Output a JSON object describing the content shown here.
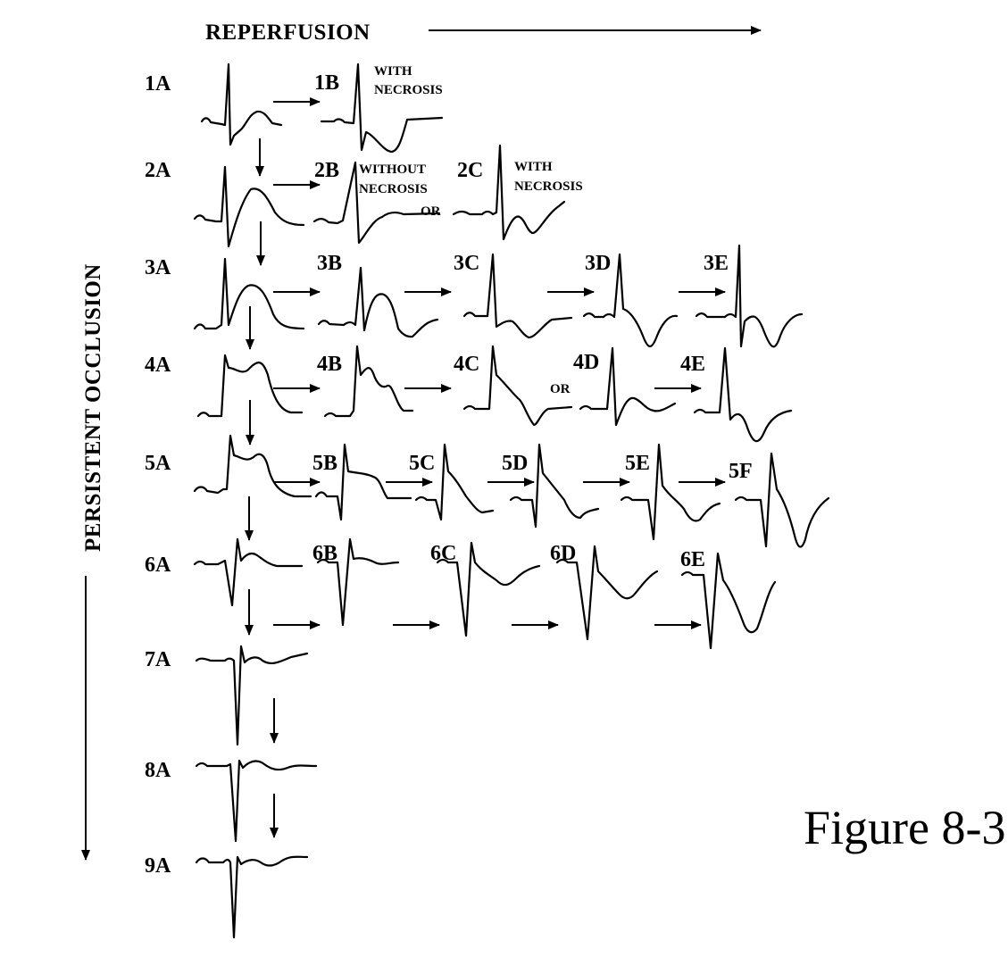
{
  "header": {
    "reperfusion": "REPERFUSION",
    "persistent_occlusion": "PERSISTENT OCCLUSION"
  },
  "caption": "Figure 8-3",
  "panels": {
    "1A": "1A",
    "1B": "1B",
    "2A": "2A",
    "2B": "2B",
    "2C": "2C",
    "3A": "3A",
    "3B": "3B",
    "3C": "3C",
    "3D": "3D",
    "3E": "3E",
    "4A": "4A",
    "4B": "4B",
    "4C": "4C",
    "4D": "4D",
    "4E": "4E",
    "5A": "5A",
    "5B": "5B",
    "5C": "5C",
    "5D": "5D",
    "5E": "5E",
    "5F": "5F",
    "6A": "6A",
    "6B": "6B",
    "6C": "6C",
    "6D": "6D",
    "6E": "6E",
    "7A": "7A",
    "8A": "8A",
    "9A": "9A"
  },
  "notes": {
    "with": "WITH",
    "necrosis": "NECROSIS",
    "without": "WITHOUT",
    "or": "OR"
  }
}
